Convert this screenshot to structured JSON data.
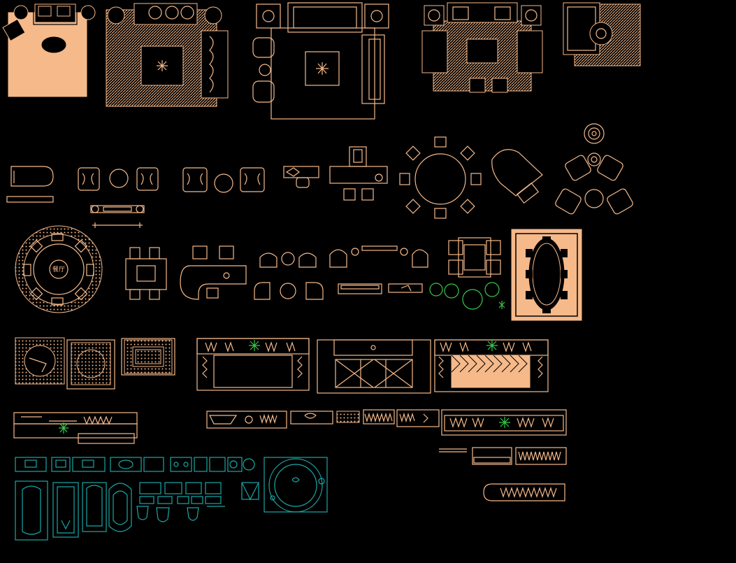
{
  "drawing": {
    "title": "",
    "dining_table_label": "餐厅"
  },
  "colors": {
    "background": "#000000",
    "furniture_outline": "#f5b98a",
    "bathroom_fixtures": "#1aa7a7",
    "plants": "#39c74b"
  },
  "groups": [
    {
      "name": "living-room-sets",
      "count": 5
    },
    {
      "name": "sofas-chairs-desks-dining",
      "count": 10
    },
    {
      "name": "round-dining-and-banquet",
      "count": 9
    },
    {
      "name": "rugs-and-cabinet-elevations",
      "count": 6
    },
    {
      "name": "kitchen-counters",
      "count": 9
    },
    {
      "name": "bathroom-fixtures",
      "count": 20
    }
  ]
}
